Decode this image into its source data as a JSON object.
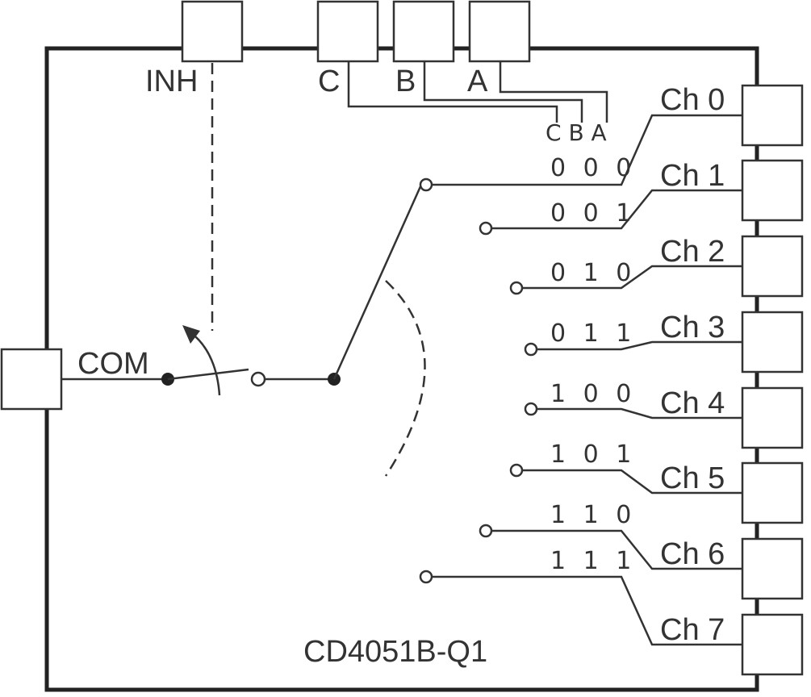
{
  "diagram": {
    "chip_name": "CD4051B-Q1",
    "inhibit_label": "INH",
    "common_label": "COM",
    "select_inputs": [
      "C",
      "B",
      "A"
    ],
    "select_header": "C B A",
    "channels": [
      {
        "name": "Ch 0",
        "code": "0 0 0"
      },
      {
        "name": "Ch 1",
        "code": "0 0 1"
      },
      {
        "name": "Ch 2",
        "code": "0 1 0"
      },
      {
        "name": "Ch 3",
        "code": "0 1 1"
      },
      {
        "name": "Ch 4",
        "code": "1 0 0"
      },
      {
        "name": "Ch 5",
        "code": "1 0 1"
      },
      {
        "name": "Ch 6",
        "code": "1 1 0"
      },
      {
        "name": "Ch 7",
        "code": "1 1 1"
      }
    ]
  }
}
